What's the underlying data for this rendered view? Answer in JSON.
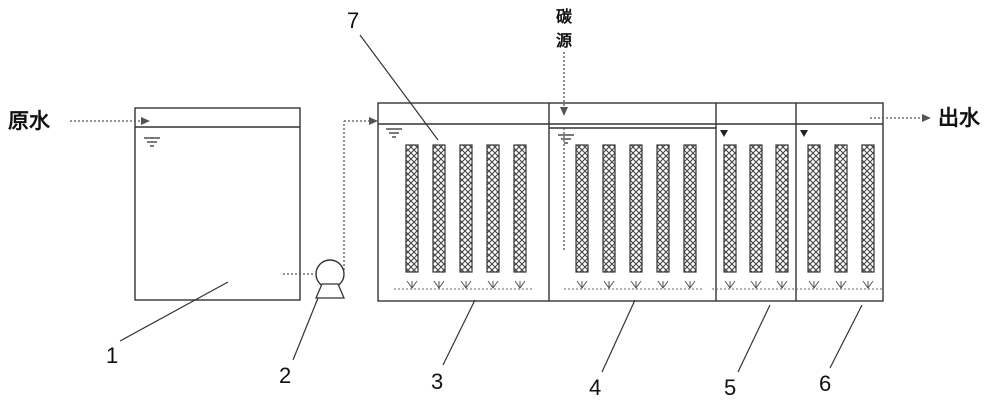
{
  "labels": {
    "inlet": "原水",
    "outlet": "出水",
    "carbon_source": "碳源"
  },
  "components": [
    {
      "number": "1"
    },
    {
      "number": "2"
    },
    {
      "number": "3"
    },
    {
      "number": "4"
    },
    {
      "number": "5"
    },
    {
      "number": "6"
    },
    {
      "number": "7"
    }
  ],
  "colors": {
    "line": "#333333",
    "flow": "#555555",
    "carrier_fill": "#5a5a5a"
  }
}
